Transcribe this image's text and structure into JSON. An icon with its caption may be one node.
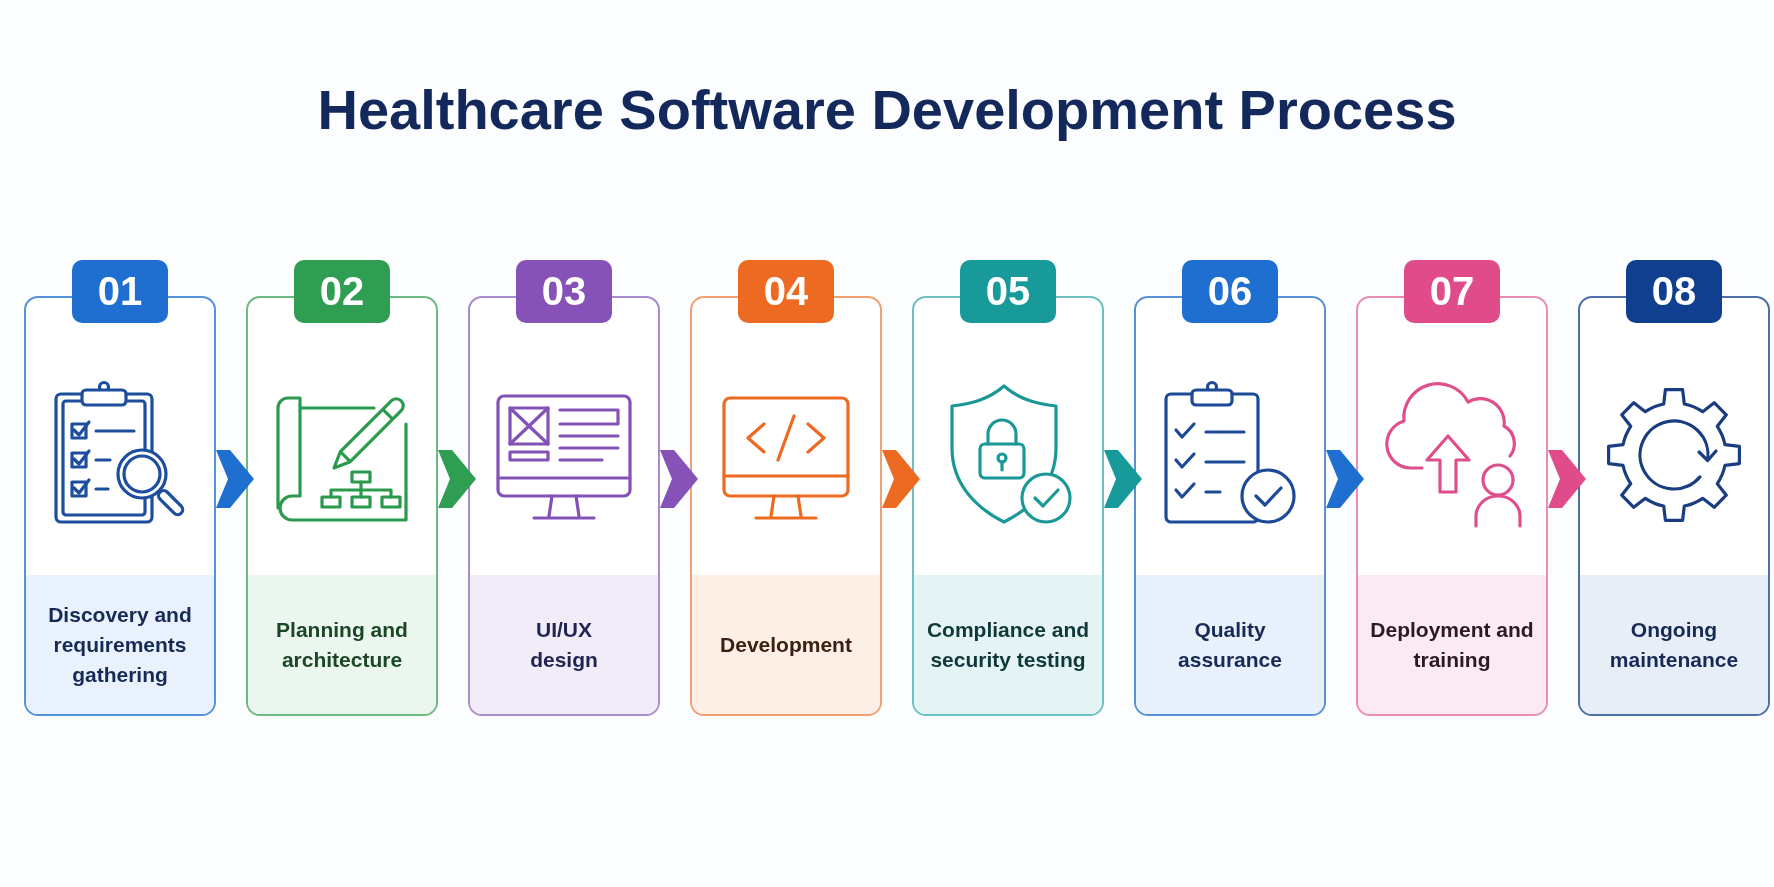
{
  "diagram": {
    "title": "Healthcare Software Development Process",
    "nodes": [
      {
        "text": [
          "01",
          "Discovery and requirements gathering"
        ]
      },
      {
        "text": [
          "02",
          "Planning and architecture"
        ]
      },
      {
        "text": [
          "03",
          "UI/UX design"
        ]
      },
      {
        "text": [
          "04",
          "Development"
        ]
      },
      {
        "text": [
          "05",
          "Compliance and security testing"
        ]
      },
      {
        "text": [
          "06",
          "Quality assurance"
        ]
      },
      {
        "text": [
          "07",
          "Deployment and training"
        ]
      },
      {
        "text": [
          "08",
          "Ongoing maintenance"
        ]
      }
    ],
    "edges": [
      {
        "from": 0,
        "to": 1,
        "arrow": "to",
        "color": "#1e6fd0"
      },
      {
        "from": 1,
        "to": 2,
        "arrow": "to",
        "color": "#2f9e52"
      },
      {
        "from": 2,
        "to": 3,
        "arrow": "to",
        "color": "#8652b8"
      },
      {
        "from": 3,
        "to": 4,
        "arrow": "to",
        "color": "#ec6a22"
      },
      {
        "from": 4,
        "to": 5,
        "arrow": "to",
        "color": "#18999a"
      },
      {
        "from": 5,
        "to": 6,
        "arrow": "to",
        "color": "#1e6fd0"
      },
      {
        "from": 6,
        "to": 7,
        "arrow": "to",
        "color": "#e04c8a"
      }
    ]
  }
}
